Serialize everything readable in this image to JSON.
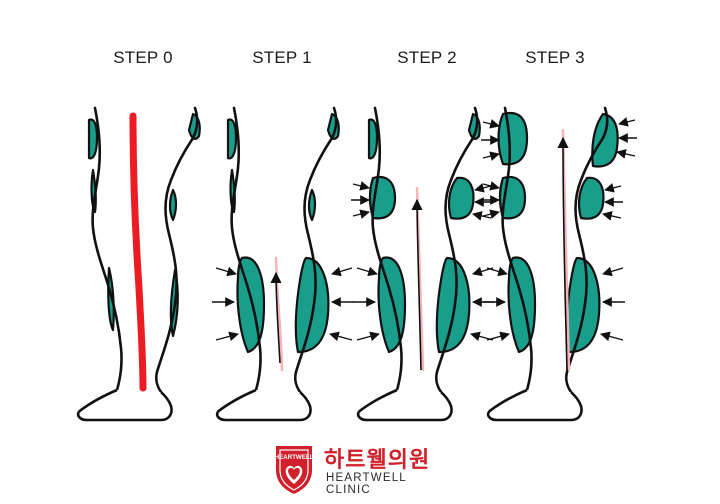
{
  "steps": [
    {
      "label": "STEP 0",
      "pads": [],
      "flow": 0
    },
    {
      "label": "STEP 1",
      "pads": [
        "calf"
      ],
      "flow": 1
    },
    {
      "label": "STEP 2",
      "pads": [
        "calf",
        "knee"
      ],
      "flow": 2
    },
    {
      "label": "STEP 3",
      "pads": [
        "calf",
        "knee",
        "thigh"
      ],
      "flow": 3
    }
  ],
  "brand": {
    "korean": "하트웰의원",
    "english": "HEARTWELL CLINIC",
    "shield_text": "HEARTWELL"
  },
  "colors": {
    "pad": "#1a9e8c",
    "vein": "#ec1c24",
    "outline": "#111111",
    "brand_red": "#d0202b"
  }
}
